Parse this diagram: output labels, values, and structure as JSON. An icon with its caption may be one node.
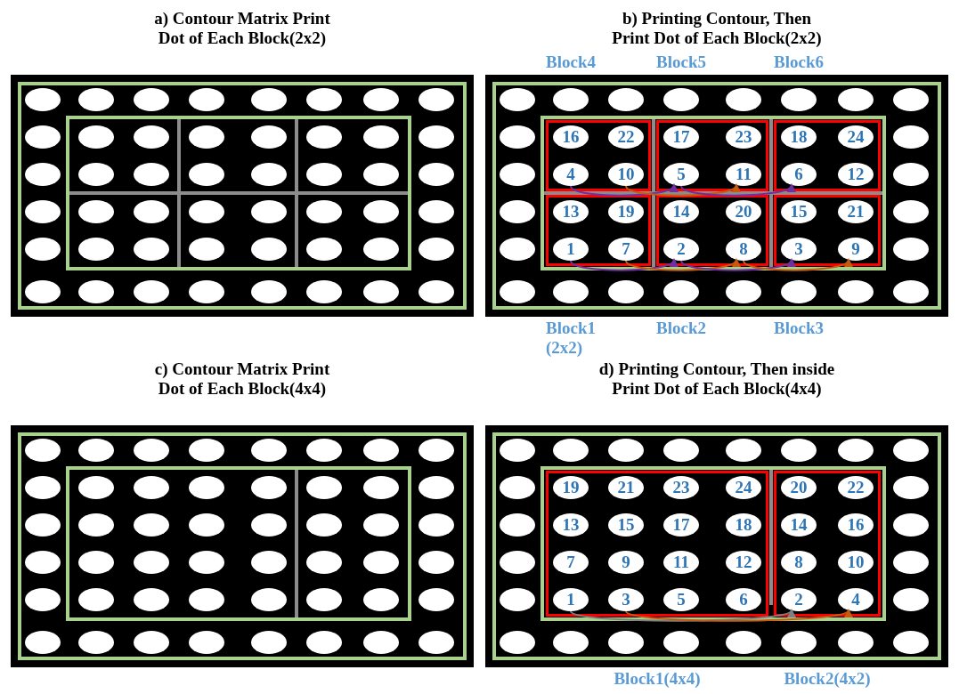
{
  "diagram": {
    "nodes": [
      {
        "text": [
          "a) Contour Matrix Print Dot of Each Block(2x2)"
        ]
      },
      {
        "text": [],
        "shape": "box",
        "in": 0
      },
      {
        "text": [],
        "shape": "circle",
        "in": 0
      },
      {
        "text": [],
        "shape": "circle",
        "in": 0
      },
      {
        "text": [],
        "shape": "circle",
        "in": 0
      },
      {
        "text": [],
        "shape": "circle",
        "in": 0
      },
      {
        "text": [],
        "shape": "circle",
        "in": 0
      },
      {
        "text": [],
        "shape": "circle",
        "in": 0
      },
      {
        "text": [],
        "shape": "circle",
        "in": 0
      },
      {
        "text": [],
        "shape": "circle",
        "in": 0
      },
      {
        "text": [],
        "shape": "circle",
        "in": 0
      },
      {
        "text": [],
        "shape": "circle",
        "in": 0
      },
      {
        "text": [],
        "shape": "circle",
        "in": 0
      },
      {
        "text": [],
        "shape": "circle",
        "in": 0
      },
      {
        "text": [],
        "shape": "circle",
        "in": 0
      },
      {
        "text": [],
        "shape": "circle",
        "in": 0
      },
      {
        "text": [],
        "shape": "circle",
        "in": 0
      },
      {
        "text": [],
        "shape": "circle",
        "in": 0
      },
      {
        "text": [],
        "shape": "circle",
        "in": 0
      },
      {
        "text": [],
        "shape": "circle",
        "in": 0
      },
      {
        "text": [],
        "shape": "circle",
        "in": 0
      },
      {
        "text": [],
        "shape": "circle",
        "in": 0
      },
      {
        "text": [],
        "shape": "circle",
        "in": 0
      },
      {
        "text": [],
        "shape": "circle",
        "in": 0
      },
      {
        "text": [],
        "shape": "circle",
        "in": 0
      },
      {
        "text": [],
        "shape": "circle",
        "in": 0
      },
      {
        "text": [],
        "shape": "circle",
        "in": 1
      },
      {
        "text": [],
        "shape": "circle",
        "in": 1
      },
      {
        "text": [],
        "shape": "circle",
        "in": 1
      },
      {
        "text": [],
        "shape": "circle",
        "in": 1
      },
      {
        "text": [],
        "shape": "circle",
        "in": 1
      },
      {
        "text": [],
        "shape": "circle",
        "in": 1
      },
      {
        "text": [],
        "shape": "circle",
        "in": 1
      },
      {
        "text": [],
        "shape": "circle",
        "in": 1
      },
      {
        "text": [],
        "shape": "circle",
        "in": 1
      },
      {
        "text": [],
        "shape": "circle",
        "in": 1
      },
      {
        "text": [],
        "shape": "circle",
        "in": 1
      },
      {
        "text": [],
        "shape": "circle",
        "in": 1
      },
      {
        "text": [],
        "shape": "circle",
        "in": 1
      },
      {
        "text": [],
        "shape": "circle",
        "in": 1
      },
      {
        "text": [],
        "shape": "circle",
        "in": 1
      },
      {
        "text": [],
        "shape": "circle",
        "in": 1
      },
      {
        "text": [],
        "shape": "circle",
        "in": 1
      },
      {
        "text": [],
        "shape": "circle",
        "in": 1
      },
      {
        "text": [],
        "shape": "circle",
        "in": 1
      },
      {
        "text": [],
        "shape": "circle",
        "in": 1
      },
      {
        "text": [],
        "shape": "circle",
        "in": 1
      },
      {
        "text": [],
        "shape": "circle",
        "in": 1
      },
      {
        "text": [],
        "shape": "circle",
        "in": 1
      },
      {
        "text": [],
        "shape": "circle",
        "in": 1
      },
      {
        "text": [
          "b) Printing Contour, Then Print Dot of Each Block(2x2)"
        ]
      },
      {
        "text": [],
        "shape": "box",
        "in": 50
      },
      {
        "text": [],
        "shape": "box",
        "in": 51
      },
      {
        "text": [],
        "shape": "box",
        "in": 51
      },
      {
        "text": [],
        "shape": "box",
        "in": 51
      },
      {
        "text": [],
        "shape": "box",
        "in": 51
      },
      {
        "text": [],
        "shape": "box",
        "in": 51
      },
      {
        "text": [],
        "shape": "box",
        "in": 51
      },
      {
        "text": [],
        "shape": "circle",
        "in": 50
      },
      {
        "text": [],
        "shape": "circle",
        "in": 50
      },
      {
        "text": [],
        "shape": "circle",
        "in": 50
      },
      {
        "text": [],
        "shape": "circle",
        "in": 50
      },
      {
        "text": [],
        "shape": "circle",
        "in": 50
      },
      {
        "text": [],
        "shape": "circle",
        "in": 50
      },
      {
        "text": [],
        "shape": "circle",
        "in": 50
      },
      {
        "text": [],
        "shape": "circle",
        "in": 50
      },
      {
        "text": [],
        "shape": "circle",
        "in": 50
      },
      {
        "text": [],
        "shape": "circle",
        "in": 50
      },
      {
        "text": [],
        "shape": "circle",
        "in": 50
      },
      {
        "text": [],
        "shape": "circle",
        "in": 50
      },
      {
        "text": [],
        "shape": "circle",
        "in": 50
      },
      {
        "text": [],
        "shape": "circle",
        "in": 50
      },
      {
        "text": [],
        "shape": "circle",
        "in": 50
      },
      {
        "text": [],
        "shape": "circle",
        "in": 50
      },
      {
        "text": [],
        "shape": "circle",
        "in": 50
      },
      {
        "text": [],
        "shape": "circle",
        "in": 50
      },
      {
        "text": [],
        "shape": "circle",
        "in": 50
      },
      {
        "text": [],
        "shape": "circle",
        "in": 50
      },
      {
        "text": [],
        "shape": "circle",
        "in": 50
      },
      {
        "text": [],
        "shape": "circle",
        "in": 50
      },
      {
        "text": [],
        "shape": "circle",
        "in": 50
      },
      {
        "text": [],
        "shape": "circle",
        "in": 50
      },
      {
        "text": [
          "16"
        ],
        "in": 52
      },
      {
        "text": [
          "22"
        ],
        "in": 52
      },
      {
        "text": [
          "4"
        ],
        "in": 52
      },
      {
        "text": [
          "10"
        ],
        "in": 52
      },
      {
        "text": [
          "17"
        ],
        "in": 53
      },
      {
        "text": [
          "23"
        ],
        "in": 53
      },
      {
        "text": [
          "5"
        ],
        "in": 53
      },
      {
        "text": [
          "11"
        ],
        "in": 53
      },
      {
        "text": [
          "18"
        ],
        "in": 54
      },
      {
        "text": [
          "24"
        ],
        "in": 54
      },
      {
        "text": [
          "6"
        ],
        "in": 54
      },
      {
        "text": [
          "12"
        ],
        "in": 54
      },
      {
        "text": [
          "13"
        ],
        "in": 55
      },
      {
        "text": [
          "19"
        ],
        "in": 55
      },
      {
        "text": [
          "1"
        ],
        "in": 55
      },
      {
        "text": [
          "7"
        ],
        "in": 55
      },
      {
        "text": [
          "14"
        ],
        "in": 56
      },
      {
        "text": [
          "20"
        ],
        "in": 56
      },
      {
        "text": [
          "2"
        ],
        "in": 56
      },
      {
        "text": [
          "8"
        ],
        "in": 56
      },
      {
        "text": [
          "15"
        ],
        "in": 57
      },
      {
        "text": [
          "21"
        ],
        "in": 57
      },
      {
        "text": [
          "3"
        ],
        "in": 57
      },
      {
        "text": [
          "9"
        ],
        "in": 57
      },
      {
        "text": [
          "c) Contour Matrix Print Dot of Each Block(4x4)"
        ]
      },
      {
        "text": [],
        "shape": "box",
        "in": 106
      },
      {
        "text": [],
        "shape": "circle",
        "in": 106
      },
      {
        "text": [],
        "shape": "circle",
        "in": 106
      },
      {
        "text": [],
        "shape": "circle",
        "in": 106
      },
      {
        "text": [],
        "shape": "circle",
        "in": 106
      },
      {
        "text": [],
        "shape": "circle",
        "in": 106
      },
      {
        "text": [],
        "shape": "circle",
        "in": 106
      },
      {
        "text": [],
        "shape": "circle",
        "in": 106
      },
      {
        "text": [],
        "shape": "circle",
        "in": 106
      },
      {
        "text": [],
        "shape": "circle",
        "in": 106
      },
      {
        "text": [],
        "shape": "circle",
        "in": 106
      },
      {
        "text": [],
        "shape": "circle",
        "in": 106
      },
      {
        "text": [],
        "shape": "circle",
        "in": 106
      },
      {
        "text": [],
        "shape": "circle",
        "in": 106
      },
      {
        "text": [],
        "shape": "circle",
        "in": 106
      },
      {
        "text": [],
        "shape": "circle",
        "in": 106
      },
      {
        "text": [],
        "shape": "circle",
        "in": 106
      },
      {
        "text": [],
        "shape": "circle",
        "in": 106
      },
      {
        "text": [],
        "shape": "circle",
        "in": 106
      },
      {
        "text": [],
        "shape": "circle",
        "in": 106
      },
      {
        "text": [],
        "shape": "circle",
        "in": 106
      },
      {
        "text": [],
        "shape": "circle",
        "in": 106
      },
      {
        "text": [],
        "shape": "circle",
        "in": 106
      },
      {
        "text": [],
        "shape": "circle",
        "in": 106
      },
      {
        "text": [],
        "shape": "circle",
        "in": 106
      },
      {
        "text": [],
        "shape": "circle",
        "in": 107
      },
      {
        "text": [],
        "shape": "circle",
        "in": 107
      },
      {
        "text": [],
        "shape": "circle",
        "in": 107
      },
      {
        "text": [],
        "shape": "circle",
        "in": 107
      },
      {
        "text": [],
        "shape": "circle",
        "in": 107
      },
      {
        "text": [],
        "shape": "circle",
        "in": 107
      },
      {
        "text": [],
        "shape": "circle",
        "in": 107
      },
      {
        "text": [],
        "shape": "circle",
        "in": 107
      },
      {
        "text": [],
        "shape": "circle",
        "in": 107
      },
      {
        "text": [],
        "shape": "circle",
        "in": 107
      },
      {
        "text": [],
        "shape": "circle",
        "in": 107
      },
      {
        "text": [],
        "shape": "circle",
        "in": 107
      },
      {
        "text": [],
        "shape": "circle",
        "in": 107
      },
      {
        "text": [],
        "shape": "circle",
        "in": 107
      },
      {
        "text": [],
        "shape": "circle",
        "in": 107
      },
      {
        "text": [],
        "shape": "circle",
        "in": 107
      },
      {
        "text": [],
        "shape": "circle",
        "in": 107
      },
      {
        "text": [],
        "shape": "circle",
        "in": 107
      },
      {
        "text": [],
        "shape": "circle",
        "in": 107
      },
      {
        "text": [],
        "shape": "circle",
        "in": 107
      },
      {
        "text": [],
        "shape": "circle",
        "in": 107
      },
      {
        "text": [],
        "shape": "circle",
        "in": 107
      },
      {
        "text": [],
        "shape": "circle",
        "in": 107
      },
      {
        "text": [],
        "shape": "circle",
        "in": 107
      },
      {
        "text": [
          "d) Printing Contour, Then inside Print Dot of Each Block(4x4)"
        ]
      },
      {
        "text": [],
        "shape": "box",
        "in": 156
      },
      {
        "text": [],
        "shape": "box",
        "in": 157
      },
      {
        "text": [],
        "shape": "box",
        "in": 157
      },
      {
        "text": [],
        "shape": "circle",
        "in": 156
      },
      {
        "text": [],
        "shape": "circle",
        "in": 156
      },
      {
        "text": [],
        "shape": "circle",
        "in": 156
      },
      {
        "text": [],
        "shape": "circle",
        "in": 156
      },
      {
        "text": [],
        "shape": "circle",
        "in": 156
      },
      {
        "text": [],
        "shape": "circle",
        "in": 156
      },
      {
        "text": [],
        "shape": "circle",
        "in": 156
      },
      {
        "text": [],
        "shape": "circle",
        "in": 156
      },
      {
        "text": [],
        "shape": "circle",
        "in": 156
      },
      {
        "text": [],
        "shape": "circle",
        "in": 156
      },
      {
        "text": [],
        "shape": "circle",
        "in": 156
      },
      {
        "text": [],
        "shape": "circle",
        "in": 156
      },
      {
        "text": [],
        "shape": "circle",
        "in": 156
      },
      {
        "text": [],
        "shape": "circle",
        "in": 156
      },
      {
        "text": [],
        "shape": "circle",
        "in": 156
      },
      {
        "text": [],
        "shape": "circle",
        "in": 156
      },
      {
        "text": [],
        "shape": "circle",
        "in": 156
      },
      {
        "text": [],
        "shape": "circle",
        "in": 156
      },
      {
        "text": [],
        "shape": "circle",
        "in": 156
      },
      {
        "text": [],
        "shape": "circle",
        "in": 156
      },
      {
        "text": [],
        "shape": "circle",
        "in": 156
      },
      {
        "text": [],
        "shape": "circle",
        "in": 156
      },
      {
        "text": [],
        "shape": "circle",
        "in": 156
      },
      {
        "text": [],
        "shape": "circle",
        "in": 156
      },
      {
        "text": [
          "19"
        ],
        "in": 158
      },
      {
        "text": [
          "21"
        ],
        "in": 158
      },
      {
        "text": [
          "23"
        ],
        "in": 158
      },
      {
        "text": [
          "24"
        ],
        "in": 158
      },
      {
        "text": [
          "13"
        ],
        "in": 158
      },
      {
        "text": [
          "15"
        ],
        "in": 158
      },
      {
        "text": [
          "17"
        ],
        "in": 158
      },
      {
        "text": [
          "18"
        ],
        "in": 158
      },
      {
        "text": [
          "7"
        ],
        "in": 158
      },
      {
        "text": [
          "9"
        ],
        "in": 158
      },
      {
        "text": [
          "11"
        ],
        "in": 158
      },
      {
        "text": [
          "12"
        ],
        "in": 158
      },
      {
        "text": [
          "1"
        ],
        "in": 158
      },
      {
        "text": [
          "3"
        ],
        "in": 158
      },
      {
        "text": [
          "5"
        ],
        "in": 158
      },
      {
        "text": [
          "6"
        ],
        "in": 158
      },
      {
        "text": [
          "20"
        ],
        "in": 159
      },
      {
        "text": [
          "22"
        ],
        "in": 159
      },
      {
        "text": [
          "14"
        ],
        "in": 159
      },
      {
        "text": [
          "16"
        ],
        "in": 159
      },
      {
        "text": [
          "8"
        ],
        "in": 159
      },
      {
        "text": [
          "10"
        ],
        "in": 159
      },
      {
        "text": [
          "2"
        ],
        "in": 159
      },
      {
        "text": [
          "4"
        ],
        "in": 159
      }
    ],
    "edges": [
      {
        "from": 84,
        "to": 88,
        "arrow": "to",
        "color": "#7030a0"
      },
      {
        "from": 85,
        "to": 89,
        "arrow": "to",
        "color": "#c55a11"
      },
      {
        "from": 88,
        "to": 92,
        "arrow": "to",
        "color": "#7030a0"
      },
      {
        "from": 96,
        "to": 100,
        "arrow": "to",
        "color": "#7030a0"
      },
      {
        "from": 97,
        "to": 101,
        "arrow": "to",
        "color": "#c55a11"
      },
      {
        "from": 100,
        "to": 104,
        "arrow": "to",
        "color": "#7030a0"
      },
      {
        "from": 101,
        "to": 105,
        "arrow": "to",
        "color": "#c55a11"
      },
      {
        "from": 196,
        "to": 206,
        "arrow": "to",
        "color": "#7f7f7f"
      },
      {
        "from": 197,
        "to": 207,
        "arrow": "to",
        "color": "#c55a11"
      }
    ],
    "labels": [
      "Block4",
      "Block5",
      "Block6",
      "Block1 (2x2)",
      "Block2",
      "Block3",
      "Block1(4x4)",
      "Block2(4x2)"
    ]
  }
}
